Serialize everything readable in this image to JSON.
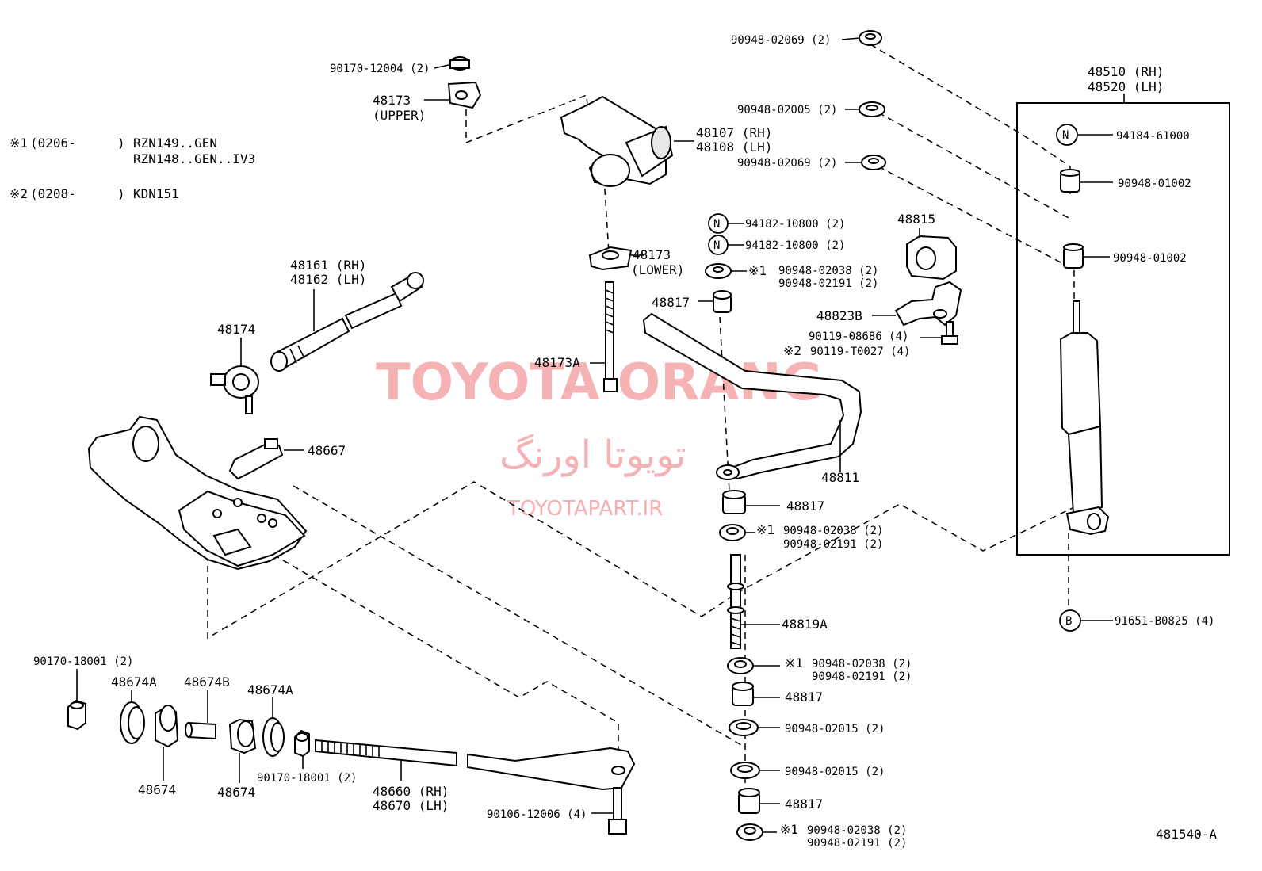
{
  "notes": {
    "n1_mark": "※1",
    "n1_range": "(0206-",
    "n1_close": ")",
    "n1_line1": "RZN149..GEN",
    "n1_line2": "RZN148..GEN..IV3",
    "n2_mark": "※2",
    "n2_range": "(0208-",
    "n2_close": ")",
    "n2_line1": "KDN151"
  },
  "watermark": {
    "brand": "TOYOTA ORANG",
    "persian": "تویوتا اورنگ",
    "site": "TOYOTAPART.IR"
  },
  "labels": {
    "p90948_02069_top": "90948-02069 (2)",
    "p90170_12004": "90170-12004 (2)",
    "p48173_upper": "48173",
    "p48173_upper_sub": "(UPPER)",
    "p90948_02005": "90948-02005 (2)",
    "p48107": "48107 (RH)",
    "p48108": "48108 (LH)",
    "p90948_02069_mid": "90948-02069 (2)",
    "p48510": "48510 (RH)",
    "p48520": "48520 (LH)",
    "p94184": "94184-61000",
    "p90948_01002_a": "90948-01002",
    "p90948_01002_b": "90948-01002",
    "n_mark": "N",
    "b_mark": "B",
    "p94182_a": "94182-10800 (2)",
    "p94182_b": "94182-10800 (2)",
    "p48815": "48815",
    "p48173_lower": "48173",
    "p48173_lower_sub": "(LOWER)",
    "mark1": "※1",
    "mark2": "※2",
    "p90948_02038_a": "90948-02038 (2)",
    "p90948_02191_a": "90948-02191 (2)",
    "p48161": "48161 (RH)",
    "p48162": "48162 (LH)",
    "p48817_a": "48817",
    "p48823B": "48823B",
    "p90119_08686": "90119-08686 (4)",
    "p90119_T0027": "90119-T0027 (4)",
    "p48174": "48174",
    "p48173A": "48173A",
    "p48667": "48667",
    "p48811": "48811",
    "p48817_b": "48817",
    "p90948_02038_b": "90948-02038 (2)",
    "p90948_02191_b": "90948-02191 (2)",
    "p48819A": "48819A",
    "p91651": "91651-B0825 (4)",
    "p90170_18001_a": "90170-18001 (2)",
    "p48674A_a": "48674A",
    "p48674B": "48674B",
    "p48674A_b": "48674A",
    "p90948_02038_c": "90948-02038 (2)",
    "p90948_02191_c": "90948-02191 (2)",
    "p48817_c": "48817",
    "p90948_02015_a": "90948-02015 (2)",
    "p48674_a": "48674",
    "p48674_b": "48674",
    "p90170_18001_b": "90170-18001 (2)",
    "p48660": "48660 (RH)",
    "p48670": "48670 (LH)",
    "p90948_02015_b": "90948-02015 (2)",
    "p90106": "90106-12006 (4)",
    "p48817_d": "48817",
    "p90948_02038_d": "90948-02038 (2)",
    "p90948_02191_d": "90948-02191 (2)",
    "illus": "481540-A"
  }
}
